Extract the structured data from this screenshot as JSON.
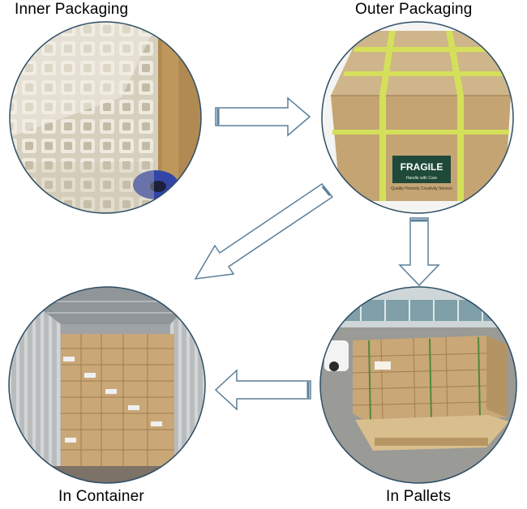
{
  "steps": {
    "inner": {
      "label": "Inner Packaging"
    },
    "outer": {
      "label": "Outer Packaging",
      "box_text": "FRAGILE",
      "box_subtext": "Handle with Care",
      "box_slogan": "Quality Honesty Creativity Service"
    },
    "container": {
      "label": "In Container"
    },
    "pallets": {
      "label": "In Pallets"
    }
  },
  "colors": {
    "circle_border": "#2f4f66",
    "arrow_stroke": "#5b7f99",
    "cardboard": "#c9a777",
    "tape": "#d4e05a",
    "pulp": "#e8e3d6",
    "fragile_label": "#1f4a3a"
  },
  "flow": [
    "inner",
    "outer",
    "pallets",
    "container"
  ]
}
